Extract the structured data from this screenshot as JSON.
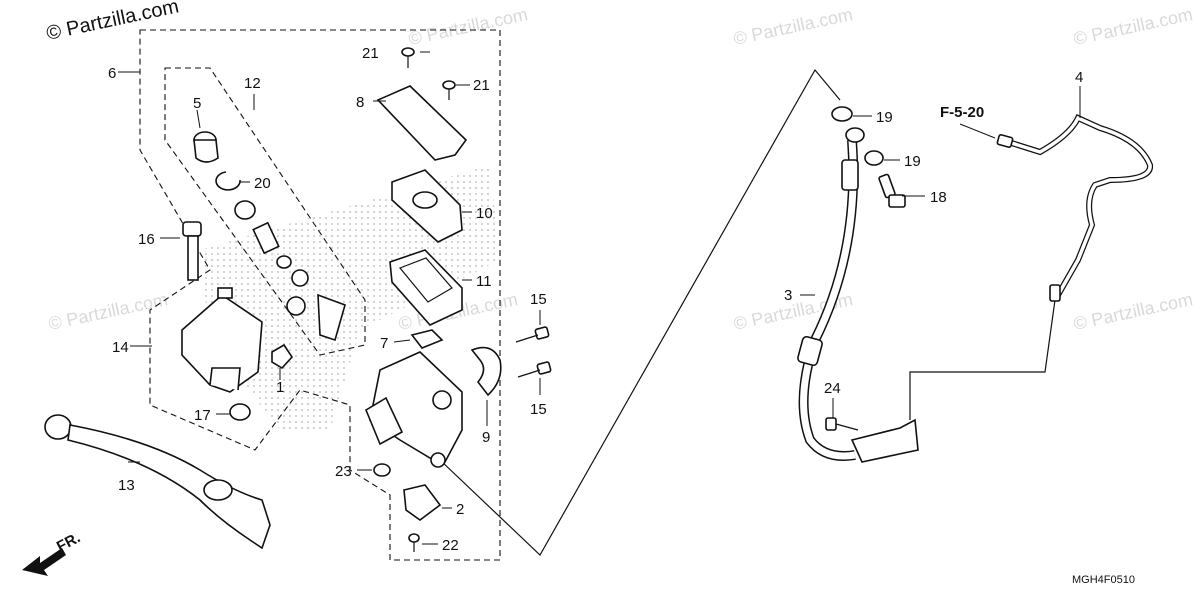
{
  "watermarks": {
    "top_left": "© Partzilla.com",
    "repeat": "© Partzilla.com"
  },
  "reference": {
    "figure_ref": "F-5-20"
  },
  "diagram_code": "MGH4F0510",
  "front_marker": "FR.",
  "callouts": {
    "c1": "1",
    "c2": "2",
    "c3": "3",
    "c4": "4",
    "c5": "5",
    "c6": "6",
    "c7": "7",
    "c8": "8",
    "c9": "9",
    "c10": "10",
    "c11": "11",
    "c12": "12",
    "c13": "13",
    "c14": "14",
    "c15a": "15",
    "c15b": "15",
    "c16": "16",
    "c17": "17",
    "c18": "18",
    "c19a": "19",
    "c19b": "19",
    "c20": "20",
    "c21a": "21",
    "c21b": "21",
    "c22": "22",
    "c23": "23",
    "c24": "24"
  }
}
